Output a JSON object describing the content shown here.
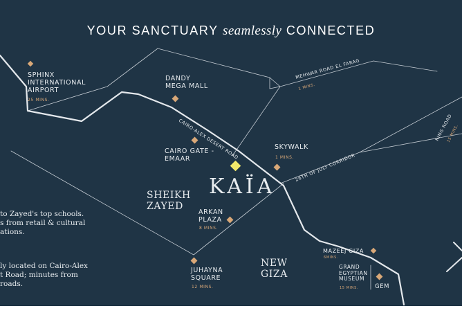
{
  "header": {
    "title_pre": "YOUR SANCTUARY",
    "title_em": "seamlessly",
    "title_post": "CONNECTED"
  },
  "brand": {
    "name": "KAÏA"
  },
  "colors": {
    "background": "#1f3445",
    "road": "#d8dde2",
    "marker": "#d9a878",
    "highlight_marker": "#f2e86a",
    "minutes_text": "#d9a878"
  },
  "roads": {
    "cairo_alex": "CAIRO-ALEX DESERT ROAD",
    "mehwar": "MEHWAR ROAD EL FARAG",
    "mehwar_mins": "1 MINS.",
    "corridor": "26TH OF JULY CORRIDOR",
    "ring": "RING ROAD",
    "ring_mins": "15 MINS."
  },
  "places": {
    "sphinx": {
      "name": "SPHINX\nINTERNATIONAL\nAIRPORT",
      "mins": "25 MINS."
    },
    "dandy": {
      "name": "DANDY\nMEGA MALL"
    },
    "cairo_gate": {
      "name": "CAIRO GATE -\nEMAAR"
    },
    "skywalk": {
      "name": "SKYWALK",
      "mins": "1 MINS."
    },
    "arkan": {
      "name": "ARKAN\nPLAZA",
      "mins": "8 MINS."
    },
    "juhayna": {
      "name": "JUHAYNA\nSQUARE",
      "mins": "12 MINS."
    },
    "mazeej": {
      "name": "MAZEEJ GIZA",
      "mins": "6MINS."
    },
    "gem_museum": {
      "name": "GRAND\nEGYPTIAN\nMUSEUM",
      "mins": "15 MINS."
    },
    "gem": {
      "name": "GEM"
    }
  },
  "areas": {
    "sheikh_zayed": "SHEIKH\nZAYED",
    "new_giza": "NEW\nGIZA"
  },
  "side_text": {
    "para1": "to Zayed's top schools.\ns from retail & cultural\nations.",
    "para2": "ly located on Cairo-Alex\nt Road; minutes from\nroads."
  }
}
